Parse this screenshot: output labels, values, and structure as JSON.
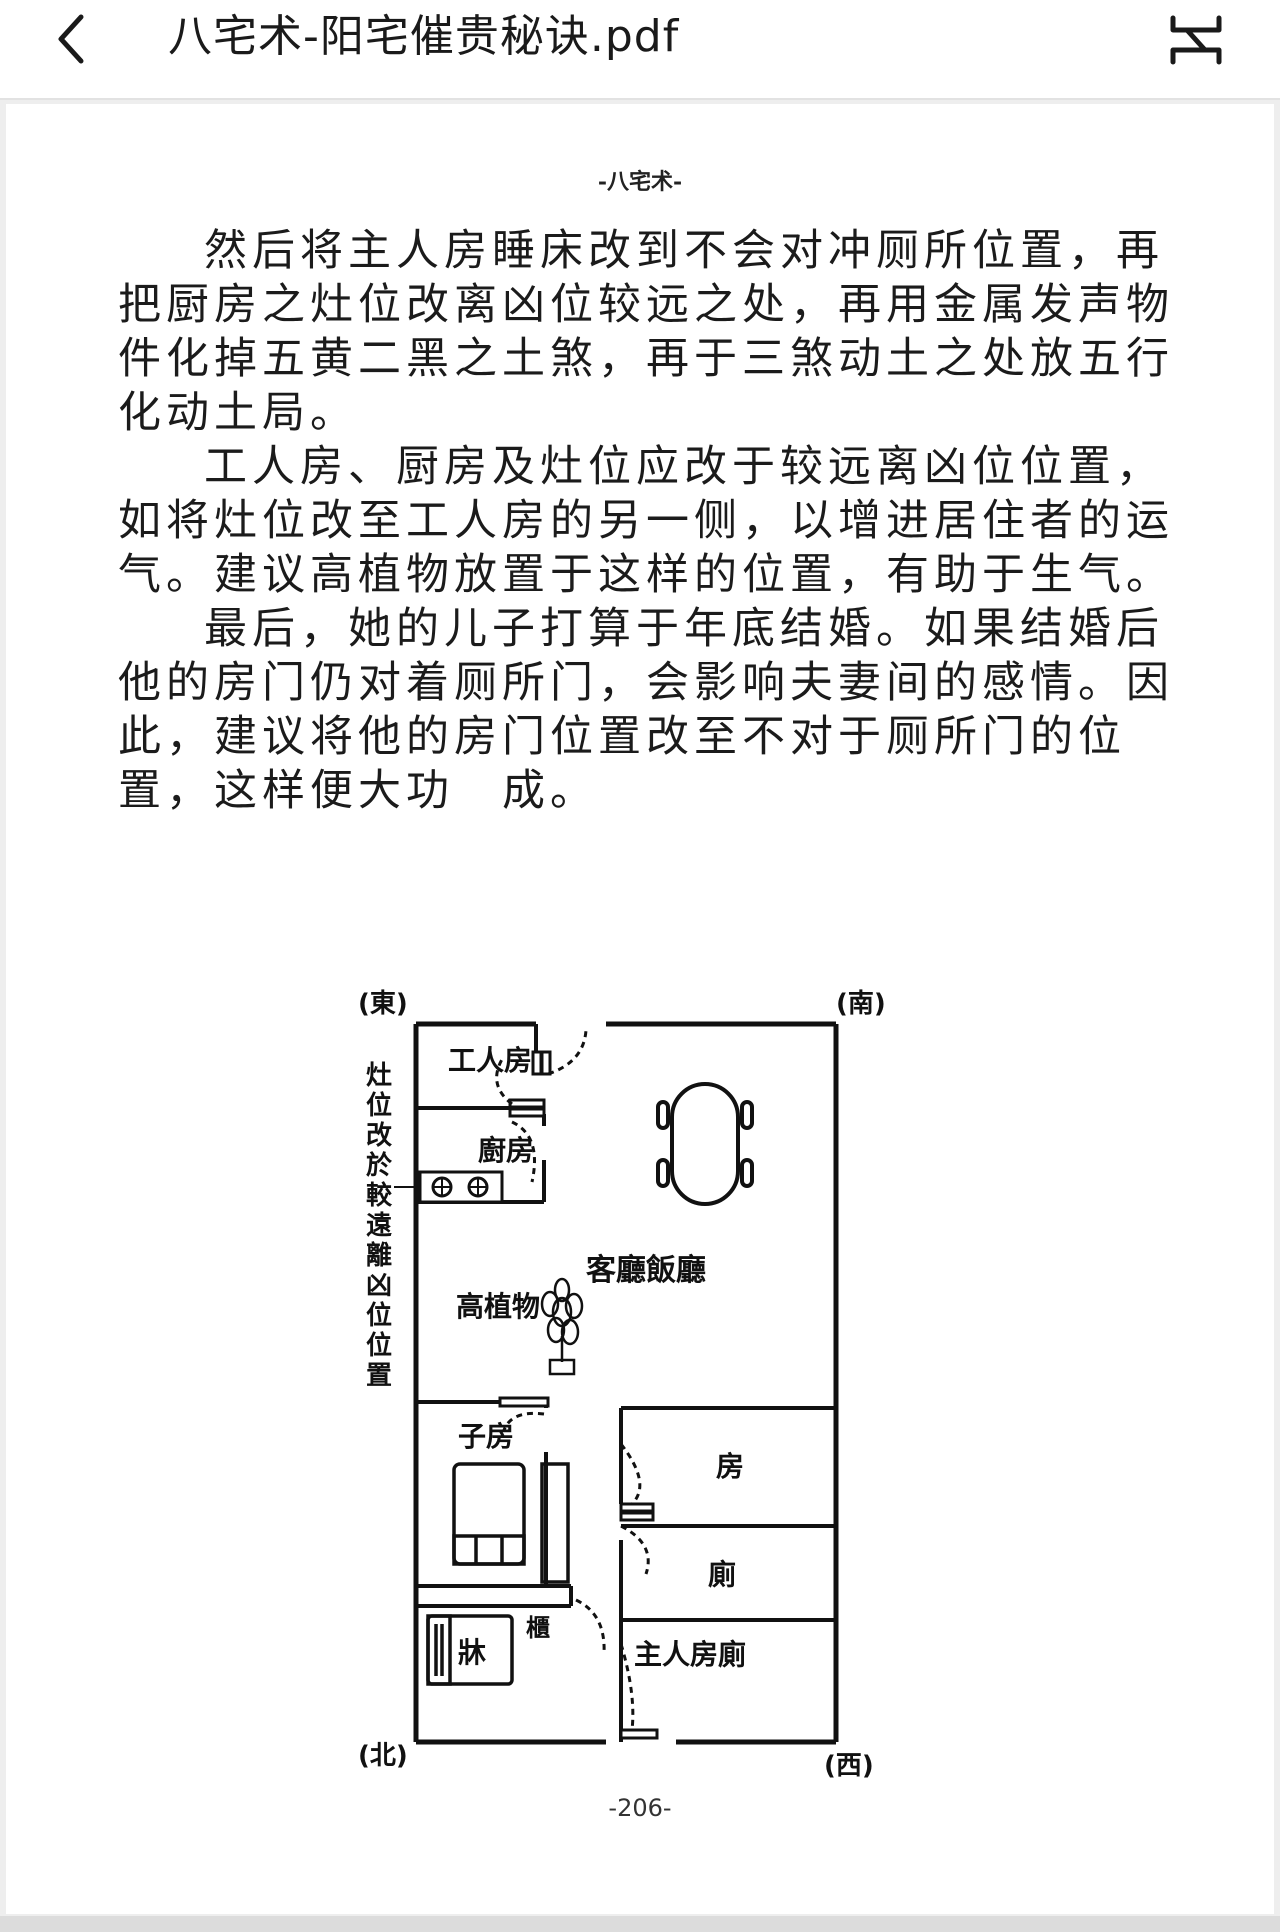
{
  "header": {
    "title": "八宅术-阳宅催贵秘诀.pdf",
    "back_icon": "chevron-left-icon",
    "menu_icon": "reader-menu-icon"
  },
  "page": {
    "running_head": "-八宅术-",
    "paragraphs": [
      "然后将主人房睡床改到不会对冲厕所位置，再把厨房之灶位改离凶位较远之处，再用金属发声物件化掉五黄二黑之土煞，再于三煞动土之处放五行化动土局。",
      "工人房、厨房及灶位应改于较远离凶位位置，如将灶位改至工人房的另一侧，以增进居住者的运气。建议高植物放置于这样的位置，有助于生气。",
      "最后，她的儿子打算于年底结婚。如果结婚后他的房门仍对着厕所门，会影响夫妻间的感情。因此，建议将他的房门位置改至不对于厕所门的位置，这样便大功　成。"
    ],
    "page_number": "-206-"
  },
  "floor_plan": {
    "directions": {
      "east": "(東)",
      "south": "(南)",
      "north": "(北)",
      "west": "(西)"
    },
    "rooms": {
      "servant_room": "工人房",
      "kitchen": "廚房",
      "living_dining": "客廳飯廳",
      "tall_plant": "高植物",
      "son_room": "子房",
      "room": "房",
      "toilet": "廁",
      "master_toilet": "主人房廁",
      "cabinet": "櫃",
      "bed": "牀"
    },
    "stove_note_chars": [
      "灶",
      "位",
      "改",
      "於",
      "較",
      "遠",
      "離",
      "凶",
      "位",
      "位",
      "置"
    ]
  }
}
